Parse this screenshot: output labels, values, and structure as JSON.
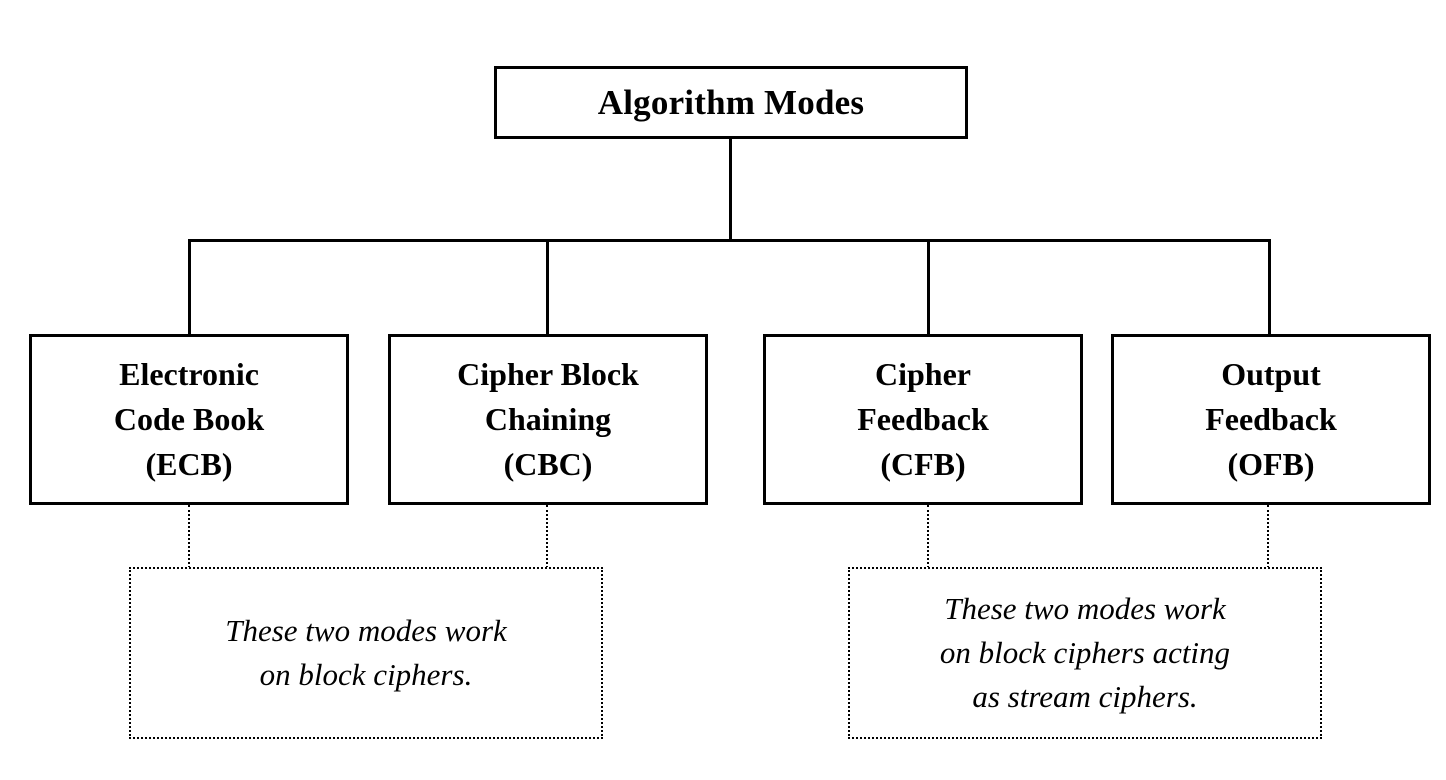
{
  "diagram": {
    "title": "Algorithm Modes",
    "root": {
      "label": "Algorithm Modes"
    },
    "modes": [
      {
        "line1": "Electronic",
        "line2": "Code Book",
        "line3": "(ECB)",
        "abbreviation": "ECB",
        "full_name": "Electronic Code Book"
      },
      {
        "line1": "Cipher Block",
        "line2": "Chaining",
        "line3": "(CBC)",
        "abbreviation": "CBC",
        "full_name": "Cipher Block Chaining"
      },
      {
        "line1": "Cipher",
        "line2": "Feedback",
        "line3": "(CFB)",
        "abbreviation": "CFB",
        "full_name": "Cipher Feedback"
      },
      {
        "line1": "Output",
        "line2": "Feedback",
        "line3": "(OFB)",
        "abbreviation": "OFB",
        "full_name": "Output Feedback"
      }
    ],
    "notes": [
      {
        "line1": "These two modes work",
        "line2": "on block ciphers.",
        "line3": ""
      },
      {
        "line1": "These two modes work",
        "line2": "on block ciphers acting",
        "line3": "as stream ciphers."
      }
    ],
    "colors": {
      "background": "#ffffff",
      "box_border": "#000000",
      "connector": "#000000",
      "text": "#000000"
    }
  }
}
